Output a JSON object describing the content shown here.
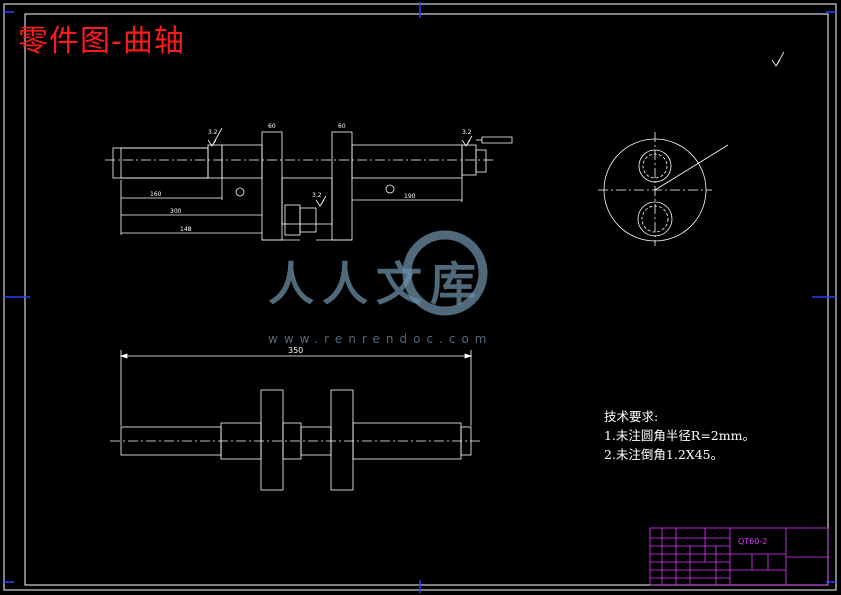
{
  "title": "零件图-曲轴",
  "dimensions": {
    "overall_length": "350"
  },
  "technical_requirements": {
    "heading": "技术要求:",
    "items": [
      "1.未注圆角半径R=2mm。",
      "2.未注倒角1.2X45。"
    ]
  },
  "title_block": {
    "drawing_number": "QT60-2"
  },
  "watermark": {
    "chinese": "人人文库",
    "url": "www.renrendoc.com"
  },
  "colors": {
    "background": "#000000",
    "lines": "#ffffff",
    "title": "#ff1a1a",
    "frame_marks": "#2a3cff",
    "title_block": "#e23cff"
  }
}
